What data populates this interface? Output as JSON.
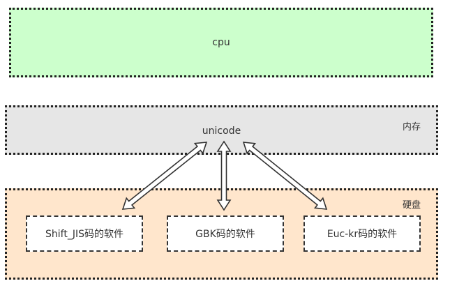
{
  "diagram": {
    "cpu": {
      "label": "cpu",
      "fill": "#ccffcc"
    },
    "memory": {
      "label": "内存",
      "content": "unicode",
      "fill": "#e6e6e6"
    },
    "disk": {
      "label": "硬盘",
      "fill": "#ffe6cc"
    },
    "software": [
      {
        "label": "Shift_JIS码的软件"
      },
      {
        "label": "GBK码的软件"
      },
      {
        "label": "Euc-kr码的软件"
      }
    ],
    "arrows": [
      {
        "from": "unicode",
        "to": "Shift_JIS码的软件",
        "style": "bidirectional-block"
      },
      {
        "from": "unicode",
        "to": "GBK码的软件",
        "style": "bidirectional-block"
      },
      {
        "from": "unicode",
        "to": "Euc-kr码的软件",
        "style": "bidirectional-block"
      }
    ]
  }
}
